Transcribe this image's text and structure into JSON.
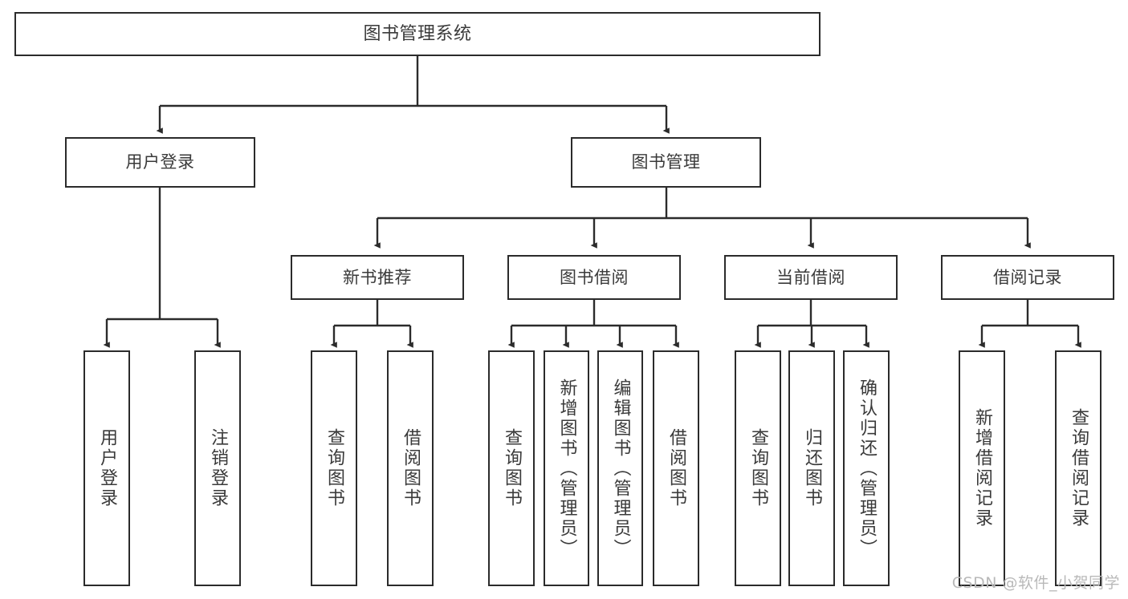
{
  "diagram": {
    "type": "tree-hierarchy-chart",
    "title": "图书管理系统",
    "stroke_color": "#2b2b2b",
    "text_color": "#3a3a3a",
    "background_color": "#ffffff",
    "levels": 4
  },
  "nodes": {
    "root": {
      "label": "图书管理系统"
    },
    "level2": [
      {
        "label": "用户登录"
      },
      {
        "label": "图书管理"
      }
    ],
    "level3": [
      {
        "label": "新书推荐"
      },
      {
        "label": "图书借阅"
      },
      {
        "label": "当前借阅"
      },
      {
        "label": "借阅记录"
      }
    ],
    "leaves": {
      "user_login": [
        {
          "label": "用户登录"
        },
        {
          "label": "注销登录"
        }
      ],
      "new_book_recommend": [
        {
          "label": "查询图书"
        },
        {
          "label": "借阅图书"
        }
      ],
      "book_borrow": [
        {
          "label": "查询图书"
        },
        {
          "label": "新增图书（管理员）"
        },
        {
          "label": "编辑图书（管理员）"
        },
        {
          "label": "借阅图书"
        }
      ],
      "current_borrow": [
        {
          "label": "查询图书"
        },
        {
          "label": "归还图书"
        },
        {
          "label": "确认归还（管理员）"
        }
      ],
      "borrow_record": [
        {
          "label": "新增借阅记录"
        },
        {
          "label": "查询借阅记录"
        }
      ]
    }
  },
  "watermark": {
    "text": "CSDN @软件_小贺同学"
  }
}
